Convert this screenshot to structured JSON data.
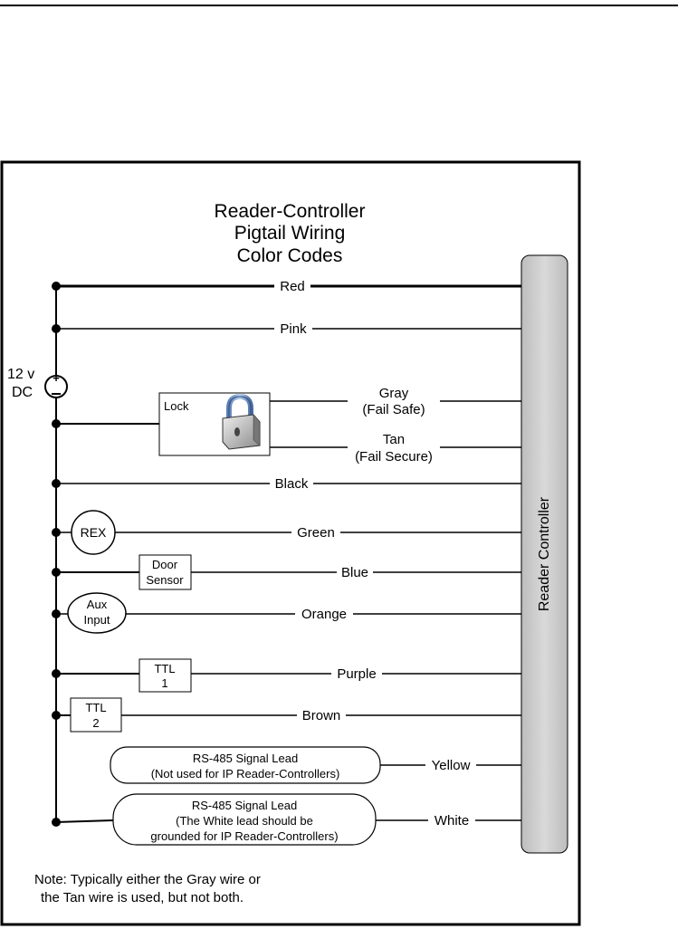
{
  "title": {
    "line1": "Reader-Controller",
    "line2": "Pigtail Wiring",
    "line3": "Color Codes"
  },
  "controller_label": "Reader Controller",
  "power_label": {
    "line1": "12 v",
    "line2": "DC"
  },
  "wires": {
    "red": "Red",
    "pink": "Pink",
    "gray": {
      "line1": "Gray",
      "line2": "(Fail Safe)"
    },
    "tan": {
      "line1": "Tan",
      "line2": "(Fail Secure)"
    },
    "black": "Black",
    "green": "Green",
    "blue": "Blue",
    "orange": "Orange",
    "purple": "Purple",
    "brown": "Brown",
    "yellow": "Yellow",
    "white": "White"
  },
  "devices": {
    "lock": "Lock",
    "rex": "REX",
    "door_sensor": {
      "line1": "Door",
      "line2": "Sensor"
    },
    "aux_input": {
      "line1": "Aux",
      "line2": "Input"
    },
    "ttl1": {
      "line1": "TTL",
      "line2": "1"
    },
    "ttl2": {
      "line1": "TTL",
      "line2": "2"
    },
    "rs485_yellow": {
      "line1": "RS-485 Signal Lead",
      "line2": "(Not used for IP Reader-Controllers)"
    },
    "rs485_white": {
      "line1": "RS-485 Signal Lead",
      "line2": "(The White lead should be",
      "line3": "grounded for IP Reader-Controllers)"
    }
  },
  "note": {
    "line1": "Note: Typically  either the Gray wire or",
    "line2": "the Tan wire is used, but not both."
  },
  "icon": "padlock-icon"
}
